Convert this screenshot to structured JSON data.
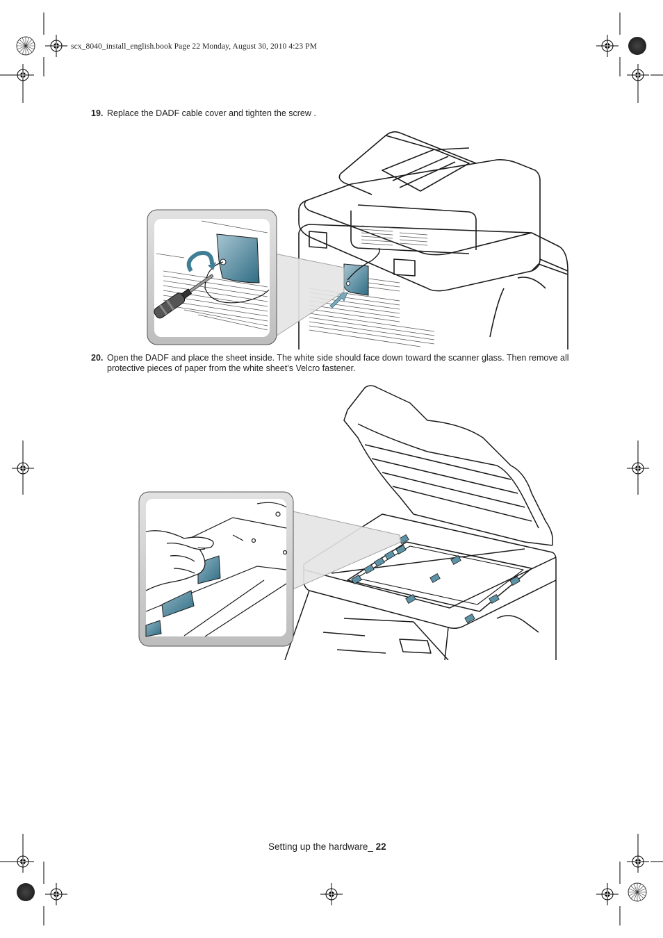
{
  "header": {
    "file_line": "scx_8040_install_english.book  Page 22  Monday, August 30, 2010  4:23 PM"
  },
  "steps": [
    {
      "number": "19.",
      "text": "Replace the DADF cable cover and tighten the screw ."
    },
    {
      "number": "20.",
      "text": "Open the DADF and place the sheet inside. The white side should face down toward the scanner glass. Then remove all protective pieces of paper from the white sheet’s Velcro fastener."
    }
  ],
  "footer": {
    "section": "Setting up the hardware_ ",
    "page": "22"
  },
  "colors": {
    "accent_blue": "#3f7e95",
    "line": "#1a1a1a",
    "inset_gray": "#c9c9c9"
  },
  "icons": [
    "registration-mark-icon",
    "color-bar-circle-icon"
  ]
}
